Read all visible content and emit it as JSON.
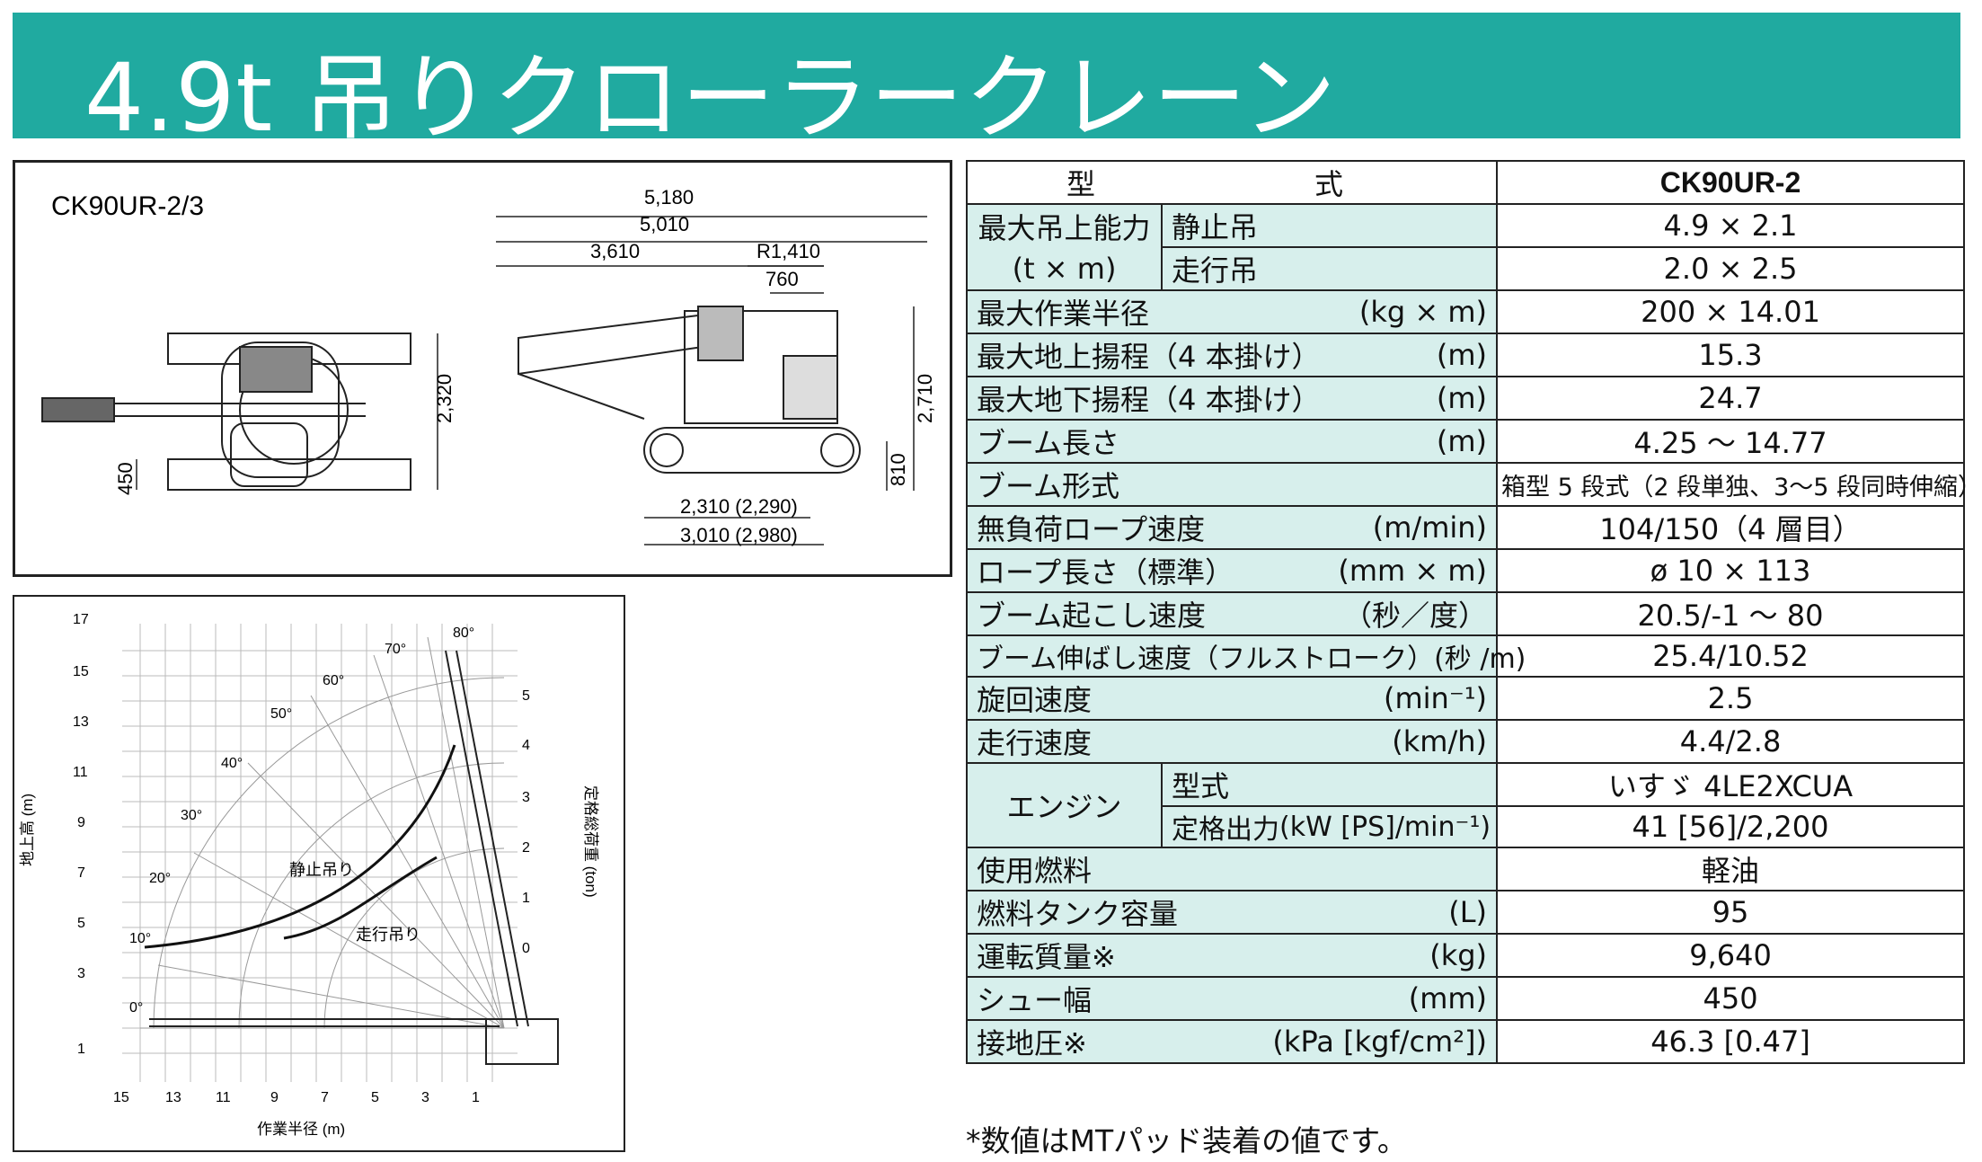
{
  "title": "4.9t 吊りクローラークレーン",
  "drawing": {
    "model_label": "CK90UR-2/3",
    "dims_top": [
      "5,180",
      "5,010",
      "3,610",
      "R1,410",
      "760"
    ],
    "dims_side": [
      "2,320",
      "450",
      "2,710",
      "810"
    ],
    "dims_bottom": [
      "2,310 (2,290)",
      "3,010 (2,980)"
    ]
  },
  "chart": {
    "y_axis_label": "地上高 (m)",
    "x_axis_label": "作業半径 (m)",
    "right_axis_label": "定格総荷重 (ton)",
    "y_ticks": [
      "17",
      "15",
      "13",
      "11",
      "9",
      "7",
      "5",
      "3",
      "1"
    ],
    "x_ticks": [
      "15",
      "13",
      "11",
      "9",
      "7",
      "5",
      "3",
      "1"
    ],
    "right_ticks": [
      "5",
      "4",
      "3",
      "2",
      "1",
      "0"
    ],
    "angle_labels": [
      "80°",
      "70°",
      "60°",
      "50°",
      "40°",
      "30°",
      "20°",
      "10°",
      "0°"
    ],
    "curve_static": "静止吊り",
    "curve_travel": "走行吊り"
  },
  "table": {
    "header_label": "型　　式",
    "header_model": "CK90UR-2",
    "rows": [
      {
        "label": "最大吊上能力",
        "sub": "静止吊",
        "value": "4.9 × 2.1"
      },
      {
        "label": "(t × m)",
        "sub": "走行吊",
        "value": "2.0 × 2.5"
      },
      {
        "label": "最大作業半径",
        "unit": "(kg × m)",
        "value": "200 × 14.01"
      },
      {
        "label": "最大地上揚程（4 本掛け）",
        "unit": "(m)",
        "value": "15.3"
      },
      {
        "label": "最大地下揚程（4 本掛け）",
        "unit": "(m)",
        "value": "24.7"
      },
      {
        "label": "ブーム長さ",
        "unit": "(m)",
        "value": "4.25 ～ 14.77"
      },
      {
        "label": "ブーム形式",
        "unit": "",
        "value": "箱型 5 段式（2 段単独、3～5 段同時伸縮）"
      },
      {
        "label": "無負荷ロープ速度",
        "unit": "(m/min)",
        "value": "104/150（4 層目）"
      },
      {
        "label": "ロープ長さ（標準）",
        "unit": "(mm × m)",
        "value": "ø 10 × 113"
      },
      {
        "label": "ブーム起こし速度",
        "unit": "（秒／度）",
        "value": "20.5/-1 ～ 80"
      },
      {
        "label": "ブーム伸ばし速度（フルストローク）(秒 /m)",
        "unit": "",
        "value": "25.4/10.52"
      },
      {
        "label": "旋回速度",
        "unit": "(min⁻¹)",
        "value": "2.5"
      },
      {
        "label": "走行速度",
        "unit": "(km/h)",
        "value": "4.4/2.8"
      },
      {
        "label": "エンジン",
        "sub": "型式",
        "value": "いすゞ 4LE2XCUA"
      },
      {
        "label": "",
        "sub": "定格出力",
        "sub_unit": "(kW [PS]/min⁻¹)",
        "value": "41 [56]/2,200"
      },
      {
        "label": "使用燃料",
        "unit": "",
        "value": "軽油"
      },
      {
        "label": "燃料タンク容量",
        "unit": "(L)",
        "value": "95"
      },
      {
        "label": "運転質量※",
        "unit": "(kg)",
        "value": "9,640"
      },
      {
        "label": "シュー幅",
        "unit": "(mm)",
        "value": "450"
      },
      {
        "label": "接地圧※",
        "unit": "(kPa [kgf/cm²])",
        "value": "46.3 [0.47]"
      }
    ]
  },
  "note": "*数値はMTパッド装着の値です。",
  "colors": {
    "banner": "#20aaa0",
    "label_bg": "#d7efec"
  }
}
